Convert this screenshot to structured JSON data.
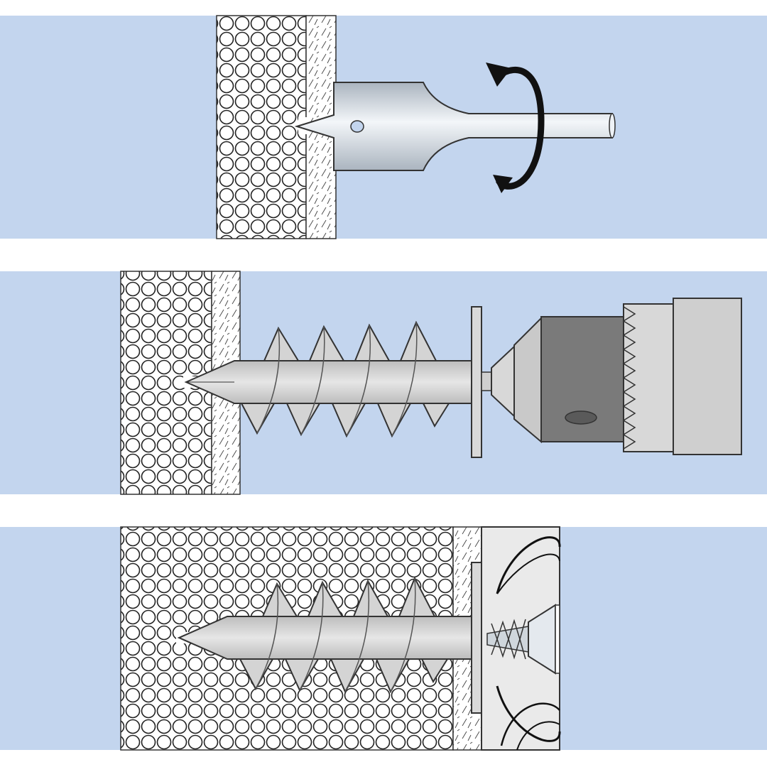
{
  "figure": {
    "panels": [
      {
        "step": 1,
        "action": "drill",
        "tool": "spade-drill-bit",
        "rotation": "counterclockwise"
      },
      {
        "step": 2,
        "action": "screw-in-anchor",
        "tool": "drill-chuck"
      },
      {
        "step": 3,
        "action": "fasten-fixture",
        "fastener": "screw"
      }
    ]
  },
  "colors": {
    "background": "#ffffff",
    "panel_fill": "#c3d5ee",
    "insulation_fill": "#ffffff",
    "plaster_fill": "#ffffff",
    "metal_light": "#e8eef4",
    "metal_mid": "#c7d0d8",
    "anchor_fill": "#d9d9d9",
    "chuck_dark": "#7a7a7a",
    "chuck_light": "#d0d0d0",
    "wood_fill": "#eaeaea",
    "outline": "#333333",
    "arrow": "#111111"
  }
}
